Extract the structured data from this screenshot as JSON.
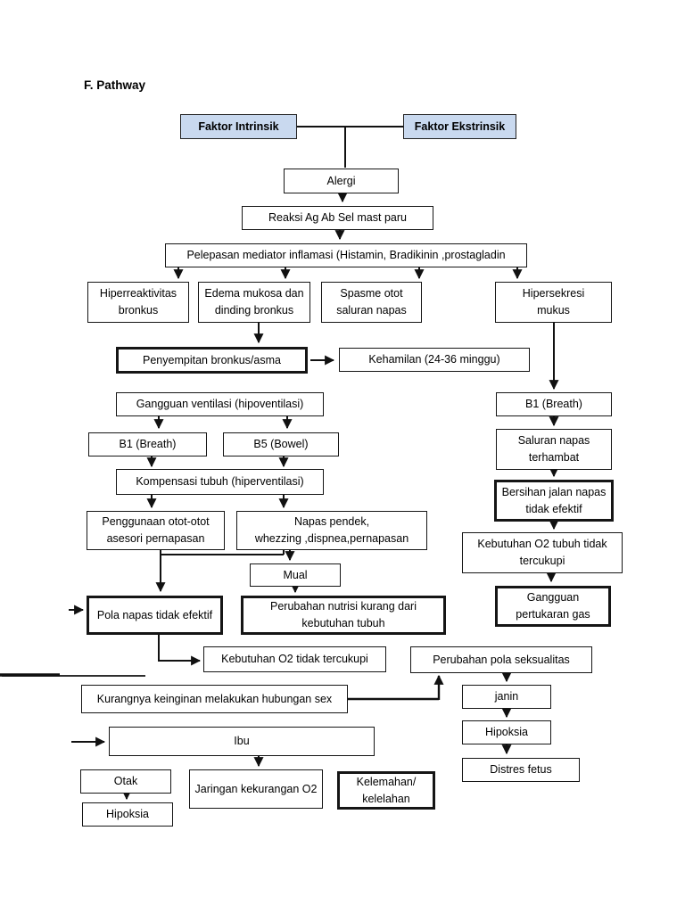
{
  "page": {
    "title": "F. Pathway"
  },
  "colors": {
    "highlight_box_fill": "#c9d9ef",
    "box_border": "#151515",
    "line_color": "#000000"
  },
  "diagram": {
    "nodes": {
      "faktor_intrinsik": {
        "label": "Faktor Intrinsik"
      },
      "faktor_ekstrinsik": {
        "label": "Faktor Ekstrinsik"
      },
      "alergi": {
        "label": "Alergi"
      },
      "reaksi": {
        "label": "Reaksi Ag Ab Sel mast paru"
      },
      "pelepasan": {
        "label": "Pelepasan mediator inflamasi (Histamin, Bradikinin ,prostagladin"
      },
      "hiperreaktivitas": {
        "label": "Hiperreaktivitas bronkus"
      },
      "edema": {
        "label": "Edema mukosa dan dinding bronkus"
      },
      "spasme": {
        "label": "Spasme otot saluran napas"
      },
      "hipersekresi": {
        "label": "Hipersekresi mukus"
      },
      "penyempitan": {
        "label": "Penyempitan bronkus/asma"
      },
      "kehamilan": {
        "label": "Kehamilan (24-36 minggu)"
      },
      "gangguan_ventilasi": {
        "label": "Gangguan ventilasi (hipoventilasi)"
      },
      "b1_breath_left": {
        "label": "B1 (Breath)"
      },
      "b5_bowel": {
        "label": "B5 (Bowel)"
      },
      "kompensasi": {
        "label": "Kompensasi tubuh (hiperventilasi)"
      },
      "penggunaan_otot": {
        "label": "Penggunaan otot-otot asesori pernapasan"
      },
      "napas_pendek": {
        "line1": "Napas pendek,",
        "line2": "whezzing ,dispnea,pernapasan"
      },
      "mual": {
        "label": "Mual"
      },
      "pola_napas": {
        "label": "Pola napas tidak efektif"
      },
      "perubahan_nutrisi": {
        "label": "Perubahan nutrisi kurang dari kebutuhan tubuh"
      },
      "kebutuhan_o2": {
        "label": "Kebutuhan O2 tidak tercukupi"
      },
      "perubahan_seksualitas": {
        "label": "Perubahan pola seksualitas"
      },
      "kurangnya_keinginan": {
        "label": "Kurangnya keinginan melakukan hubungan sex"
      },
      "ibu": {
        "label": "Ibu"
      },
      "otak": {
        "label": "Otak"
      },
      "jaringan_kekurangan_o2": {
        "label": "Jaringan kekurangan O2"
      },
      "kelemahan": {
        "label": "Kelemahan/ kelelahan"
      },
      "hipoksia_ibu": {
        "label": "Hipoksia"
      },
      "b1_breath_right": {
        "label": "B1 (Breath)"
      },
      "saluran_napas": {
        "label": "Saluran napas terhambat"
      },
      "bersihan_jalan": {
        "label": "Bersihan jalan napas tidak efektif"
      },
      "kebutuhan_o2_tubuh": {
        "label": "Kebutuhan O2 tubuh tidak tercukupi"
      },
      "gangguan_pertukaran_gas": {
        "label": "Gangguan pertukaran gas"
      },
      "janin": {
        "label": "janin"
      },
      "hipoksia_janin": {
        "label": "Hipoksia"
      },
      "distres_fetus": {
        "label": "Distres fetus"
      }
    }
  }
}
